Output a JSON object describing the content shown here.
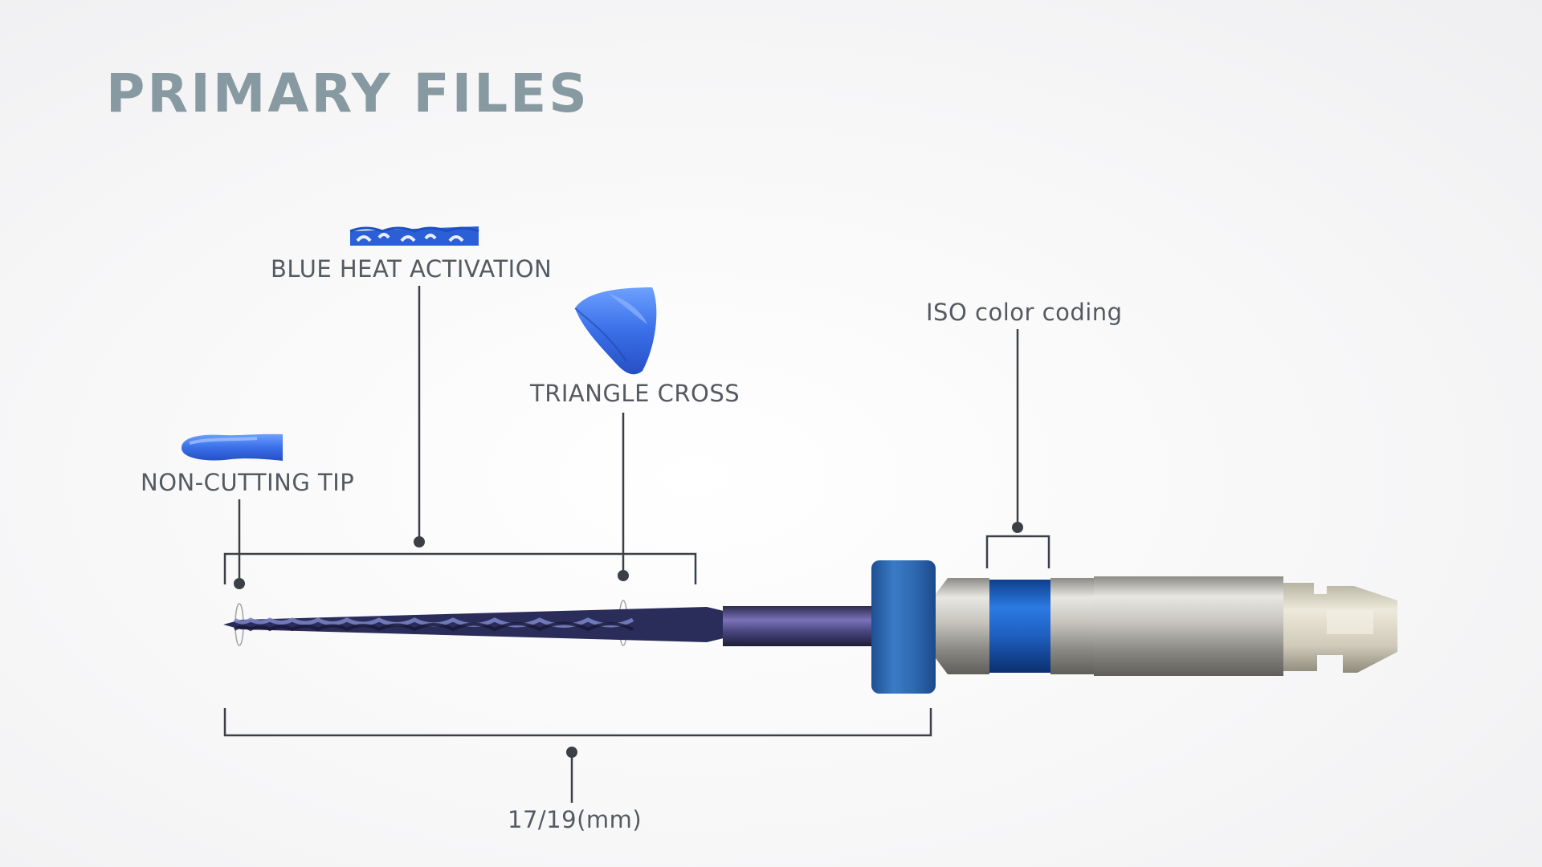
{
  "title": "PRIMARY FILES",
  "labels": {
    "blue_heat": "BLUE HEAT ACTIVATION",
    "triangle_cross": "TRIANGLE CROSS",
    "non_cutting_tip": "NON-CUTTING TIP",
    "iso_color": "ISO color coding",
    "length": "17/19(mm)"
  },
  "colors": {
    "title": "#879aa1",
    "label": "#555a60",
    "line": "#3c4046",
    "file_blue": "#2a6fd8",
    "stopper_blue": "#2f6db6",
    "shank_metal": "#c9c8c2"
  },
  "icons": [
    "blue-heat-sample-icon",
    "triangle-cross-icon",
    "non-cutting-tip-icon"
  ]
}
